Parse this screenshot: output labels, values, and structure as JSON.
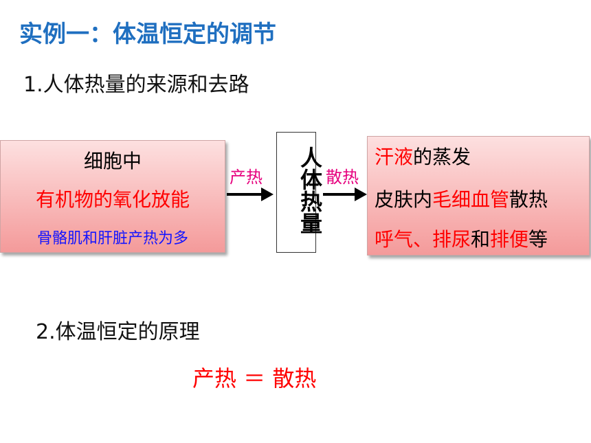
{
  "title": "实例一：体温恒定的调节",
  "section1": "1.人体热量的来源和去路",
  "left_box": {
    "line1": "细胞中",
    "line2": "有机物的氧化放能",
    "line3": "骨骼肌和肝脏产热为多"
  },
  "arrow_left_label": "产热",
  "center_box": "人体热量",
  "arrow_right_label": "散热",
  "right_box": {
    "line1_red": "汗液",
    "line1_black": "的蒸发",
    "line2_black_a": "皮肤内",
    "line2_red": "毛细血管",
    "line2_black_b": "散热",
    "line3_red_a": "呼气、排尿",
    "line3_black_a": "和",
    "line3_red_b": "排便",
    "line3_black_b": "等"
  },
  "section2": "2.体温恒定的原理",
  "equation": "产热 ＝ 散热",
  "colors": {
    "title": "#1f6fc0",
    "emphasis_red": "#ff0000",
    "emphasis_blue": "#1414ff",
    "arrow_label": "#e6007e"
  }
}
